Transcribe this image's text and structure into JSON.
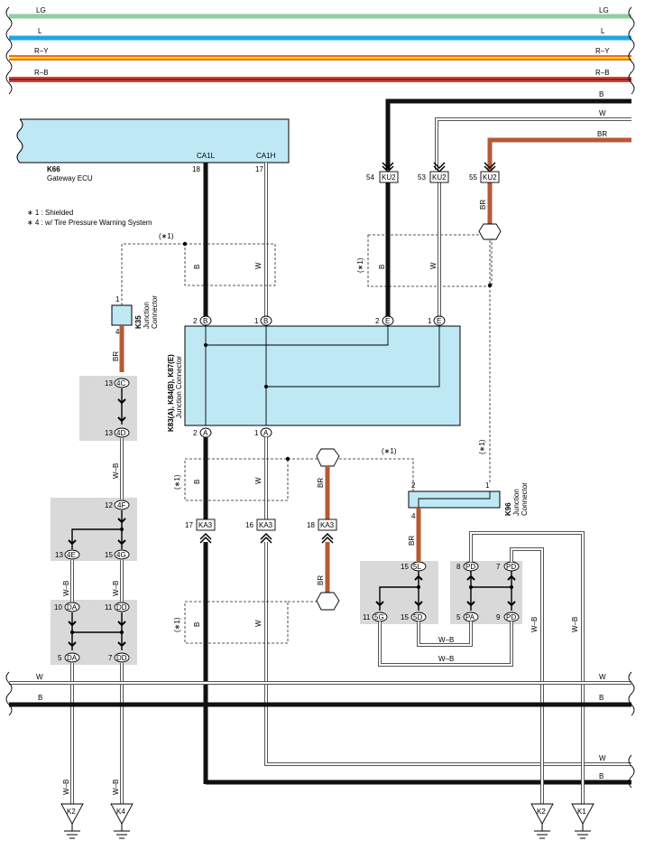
{
  "buses_top": [
    {
      "label": "LG",
      "color": "#8fce9f"
    },
    {
      "label": "L",
      "color": "#1ea6e6"
    },
    {
      "label": "R–Y",
      "color": "#f26a2a",
      "stripe": "#ffe600"
    },
    {
      "label": "R–B",
      "color": "#e23a2e",
      "stripe": "#1a1a1a"
    }
  ],
  "buses_bottom": [
    {
      "label": "W"
    },
    {
      "label": "B"
    }
  ],
  "right_wires": {
    "b": "B",
    "w": "W",
    "br": "BR",
    "w_bottom": "W",
    "b_bottom": "B"
  },
  "ecu": {
    "code": "K66",
    "name": "Gateway ECU",
    "terminals": [
      {
        "name": "CA1L",
        "pin": "18"
      },
      {
        "name": "CA1H",
        "pin": "17"
      }
    ]
  },
  "notes": [
    "∗ 1 : Shielded",
    "∗ 4 : w/ Tire Pressure Warning System"
  ],
  "shield_mark": "(∗1)",
  "wire_colors": {
    "b": "B",
    "w": "W",
    "br": "BR",
    "wb": "W–B"
  },
  "ku2": [
    {
      "pin": "54",
      "code": "KU2"
    },
    {
      "pin": "53",
      "code": "KU2"
    },
    {
      "pin": "55",
      "code": "KU2"
    }
  ],
  "k35": {
    "code": "K35",
    "name": "Junction",
    "name2": "Connector",
    "pin_top": "1",
    "pin_bottom": "4"
  },
  "k83": {
    "code": "K83(A), K84(B), K87(E)",
    "name": "Junction Connector",
    "top_pins": [
      {
        "pin": "2",
        "letter": "B"
      },
      {
        "pin": "1",
        "letter": "B"
      },
      {
        "pin": "2",
        "letter": "E"
      },
      {
        "pin": "1",
        "letter": "E"
      }
    ],
    "bottom_pins": [
      {
        "pin": "2",
        "letter": "A"
      },
      {
        "pin": "1",
        "letter": "A"
      }
    ]
  },
  "k96": {
    "code": "K96",
    "name": "Junction",
    "name2": "Connector",
    "pin_left": "2",
    "pin_right": "1",
    "pin_bottom": "4"
  },
  "ka3": [
    {
      "pin": "17",
      "code": "KA3"
    },
    {
      "pin": "16",
      "code": "KA3"
    },
    {
      "pin": "18",
      "code": "KA3"
    }
  ],
  "left_junctions": [
    {
      "pin": "13",
      "code": "4C"
    },
    {
      "pin": "13",
      "code": "4D"
    },
    {
      "pin": "12",
      "code": "4F"
    },
    {
      "pin": "13",
      "code": "4E"
    },
    {
      "pin": "15",
      "code": "4G"
    },
    {
      "pin": "10",
      "code": "DA"
    },
    {
      "pin": "11",
      "code": "DD"
    },
    {
      "pin": "5",
      "code": "DA"
    },
    {
      "pin": "7",
      "code": "DD"
    }
  ],
  "mid_junctions": [
    {
      "pin": "15",
      "code": "5L"
    },
    {
      "pin": "11",
      "code": "5G"
    },
    {
      "pin": "15",
      "code": "5D"
    }
  ],
  "right_junctions": [
    {
      "pin": "8",
      "code": "PD"
    },
    {
      "pin": "7",
      "code": "PD"
    },
    {
      "pin": "5",
      "code": "PA"
    },
    {
      "pin": "9",
      "code": "PD"
    }
  ],
  "grounds": [
    "K2",
    "K4",
    "K2",
    "K1"
  ]
}
